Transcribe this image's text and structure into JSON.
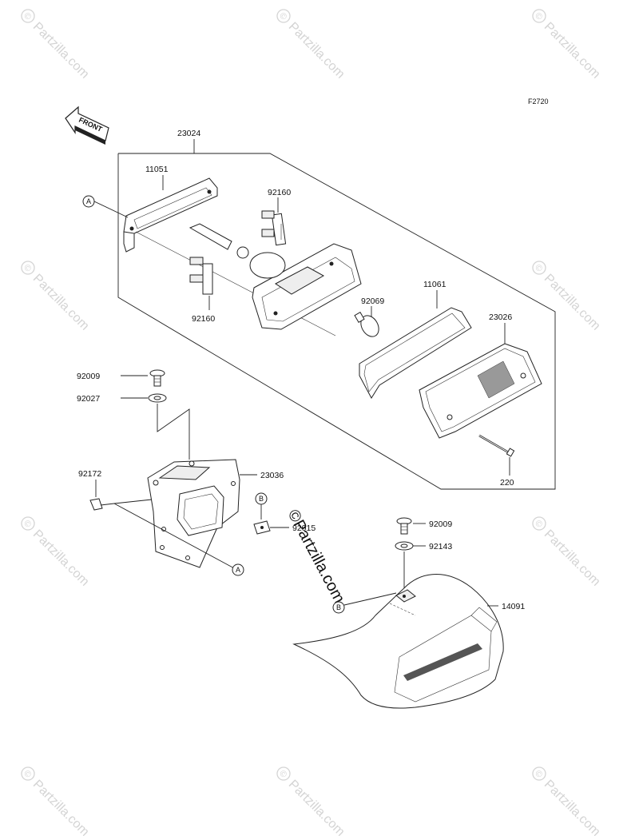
{
  "figure_code": "F2720",
  "front_arrow_label": "FRONT",
  "watermark_text": "Partzilla.com",
  "watermark_symbol": "©",
  "center_watermark_text": "©Partzilla.com",
  "callouts": {
    "a1": "A",
    "a2": "A",
    "b1": "B",
    "b2": "B"
  },
  "parts": {
    "p23024": "23024",
    "p11051": "11051",
    "p92160_top": "92160",
    "p92160_bottom": "92160",
    "p11061": "11061",
    "p92069": "92069",
    "p23026": "23026",
    "p220": "220",
    "p92009_left": "92009",
    "p92027": "92027",
    "p92172": "92172",
    "p23036": "23036",
    "p92015": "92015",
    "p92009_right": "92009",
    "p92143": "92143",
    "p14091": "14091"
  }
}
